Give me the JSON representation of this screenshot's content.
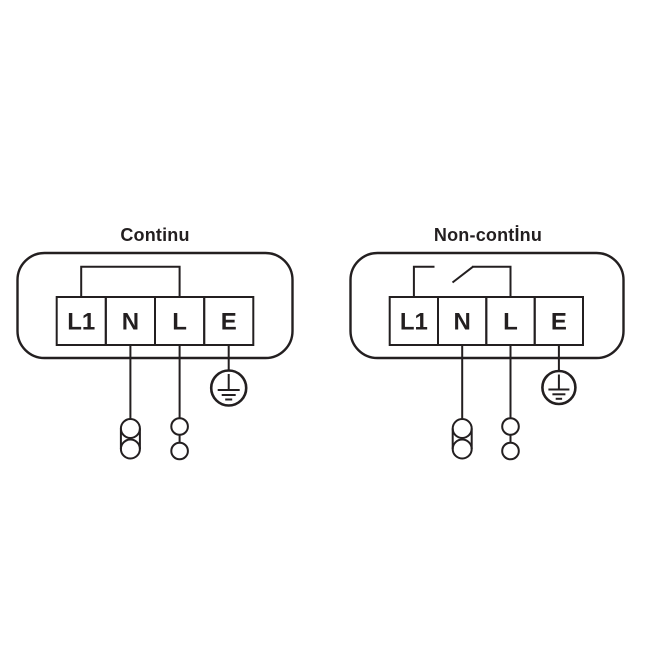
{
  "page": {
    "background": "#ffffff",
    "line_color": "#231f20"
  },
  "diagrams": {
    "left": {
      "title": "Continu",
      "terminals": [
        "L1",
        "N",
        "L",
        "E"
      ],
      "symbols": {
        "jumper": "closed-jumper-wire",
        "neutral_connector": "double-ring-link-connector",
        "line_connector": "two-ring-connector",
        "earth": "protective-earth-ground"
      }
    },
    "right": {
      "title": "Non-contİnu",
      "terminals": [
        "L1",
        "N",
        "L",
        "E"
      ],
      "symbols": {
        "jumper": "open-switch-jumper",
        "neutral_connector": "double-ring-link-connector",
        "line_connector": "two-ring-connector",
        "earth": "protective-earth-ground"
      }
    }
  }
}
